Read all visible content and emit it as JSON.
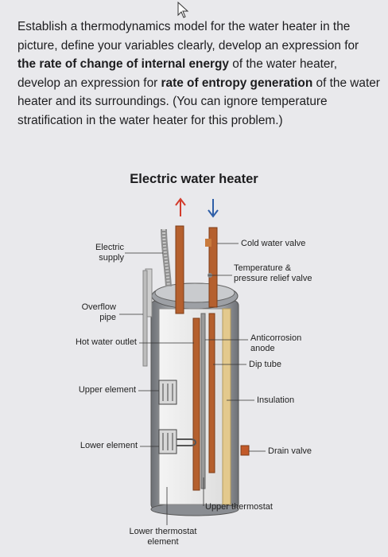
{
  "question": {
    "t1": "Establish a thermodynamics model for the water heater in the picture, define your variables clearly, develop an expression for ",
    "b1": "the rate of change of internal energy",
    "t2": " of the water heater, develop an expression for ",
    "b2": "rate of entropy generation",
    "t3": " of the water heater and its surroundings. (You can ignore temperature stratification in the water heater for this problem.)"
  },
  "figure": {
    "title": "Electric water heater",
    "labels": {
      "electric_supply_1": "Electric",
      "electric_supply_2": "supply",
      "overflow_1": "Overflow",
      "overflow_2": "pipe",
      "hot_outlet": "Hot water outlet",
      "upper_element": "Upper element",
      "lower_element": "Lower element",
      "cold_valve": "Cold water valve",
      "relief_1": "Temperature &",
      "relief_2": "pressure relief valve",
      "anode_1": "Anticorrosion",
      "anode_2": "anode",
      "dip_tube": "Dip tube",
      "insulation": "Insulation",
      "drain": "Drain valve",
      "upper_thermostat": "Upper thermostat",
      "lower_thermostat_1": "Lower thermostat",
      "lower_thermostat_2": "element"
    }
  },
  "colors": {
    "arrow_hot": "#d23a2a",
    "arrow_cold": "#2f5fa8",
    "pipe_copper": "#b5602e",
    "tank_gray": "#7c7f84"
  }
}
